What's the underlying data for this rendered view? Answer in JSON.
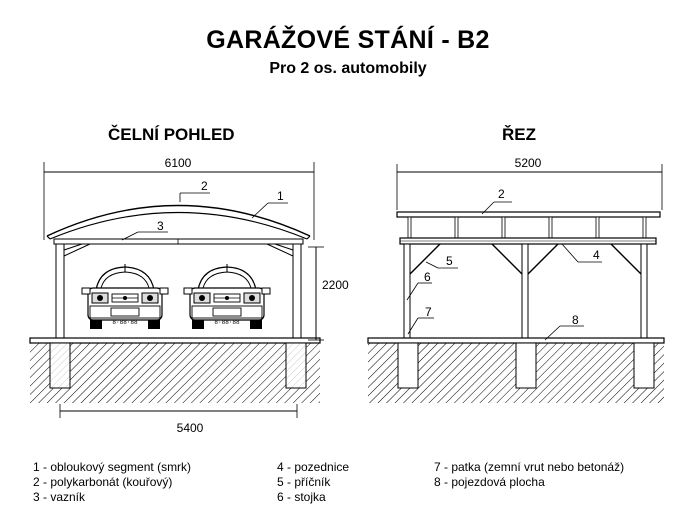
{
  "header": {
    "title": "GARÁŽOVÉ STÁNÍ - B2",
    "subtitle": "Pro 2 os. automobily"
  },
  "front_view": {
    "title": "ČELNÍ POHLED",
    "dim_top": "6100",
    "dim_bottom": "5400",
    "dim_height": "2200",
    "callouts": [
      "2",
      "1",
      "3"
    ],
    "plates": [
      "8·88·88",
      "8·88·88"
    ]
  },
  "section_view": {
    "title": "ŘEZ",
    "dim_top": "5200",
    "callouts": [
      "2",
      "5",
      "4",
      "6",
      "7",
      "8"
    ]
  },
  "legend": {
    "col1": [
      "1 - obloukový segment (smrk)",
      "2 - polykarbonát (kouřový)",
      "3 - vazník"
    ],
    "col2": [
      "4 - pozednice",
      "5 - příčník",
      "6 - stojka"
    ],
    "col3": [
      "7 - patka (zemní vrut nebo betonáž)",
      "8 - pojezdová plocha"
    ]
  }
}
